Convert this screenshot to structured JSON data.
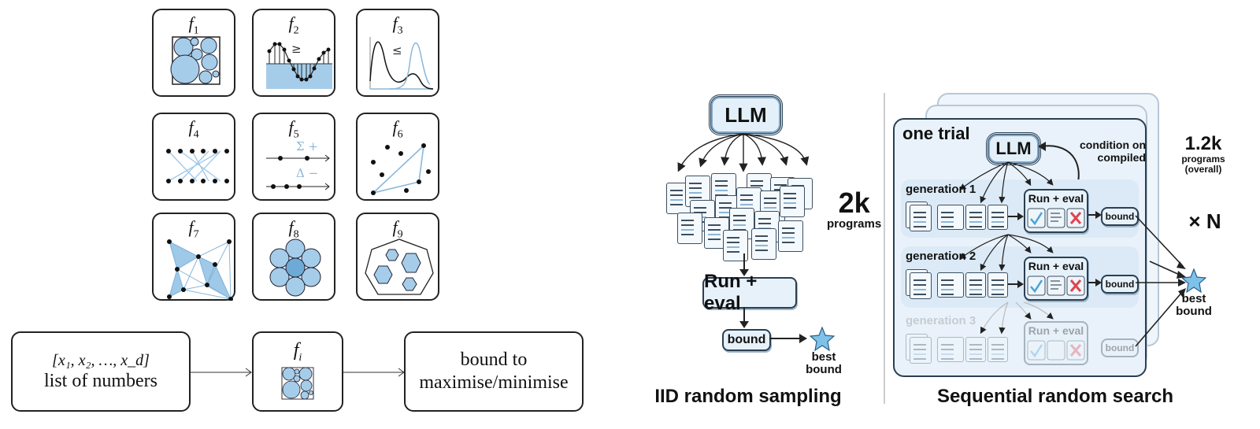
{
  "left_panel": {
    "tiles": [
      {
        "id": "f1",
        "base": "f",
        "sub": "1",
        "motif": "circle-packing-in-square"
      },
      {
        "id": "f2",
        "base": "f",
        "sub": "2",
        "motif": "sampled-wave-above-threshold",
        "symbol": "≥"
      },
      {
        "id": "f3",
        "base": "f",
        "sub": "3",
        "motif": "two-distributions",
        "symbol": "≤"
      },
      {
        "id": "f4",
        "base": "f",
        "sub": "4",
        "motif": "bipartite-matching"
      },
      {
        "id": "f5",
        "base": "f",
        "sub": "5",
        "motif": "sum-and-difference-sets",
        "symbol_top": "Σ +",
        "symbol_bottom": "Δ −"
      },
      {
        "id": "f6",
        "base": "f",
        "sub": "6",
        "motif": "points-with-triangle"
      },
      {
        "id": "f7",
        "base": "f",
        "sub": "7",
        "motif": "triangulated-graph"
      },
      {
        "id": "f8",
        "base": "f",
        "sub": "8",
        "motif": "hexagonal-circle-packing"
      },
      {
        "id": "f9",
        "base": "f",
        "sub": "9",
        "motif": "hexagons-in-heptagon"
      }
    ],
    "flow": {
      "input_formula": "[x₁, x₂, …, x_d]",
      "input_label": "list of numbers",
      "function_base": "f",
      "function_sub": "i",
      "output_line1": "bound to",
      "output_line2": "maximise/minimise"
    }
  },
  "iid_panel": {
    "llm_label": "LLM",
    "count": "2k",
    "count_unit": "programs",
    "run_eval_label": "Run + eval",
    "bound_label": "bound",
    "best_label_1": "best",
    "best_label_2": "bound",
    "title": "IID random sampling"
  },
  "seq_panel": {
    "trial_label": "one trial",
    "llm_label": "LLM",
    "feedback_label_1": "condition on",
    "feedback_label_2": "compiled",
    "generations": [
      {
        "label": "generation 1",
        "run_eval": "Run + eval",
        "bound": "bound",
        "faded": false
      },
      {
        "label": "generation 2",
        "run_eval": "Run + eval",
        "bound": "bound",
        "faded": false
      },
      {
        "label": "generation 3",
        "run_eval": "Run + eval",
        "bound": "bound",
        "faded": true
      }
    ],
    "count": "1.2k",
    "count_unit_1": "programs",
    "count_unit_2": "(overall)",
    "repeat_label": "× N",
    "best_label_1": "best",
    "best_label_2": "bound",
    "title": "Sequential random search"
  },
  "colors": {
    "accent_blue": "#9ec9e8",
    "dark_stroke": "#222222",
    "check_blue": "#4aa3d8",
    "cross_red": "#e0454f",
    "panel_fill": "#e9f2fa"
  }
}
